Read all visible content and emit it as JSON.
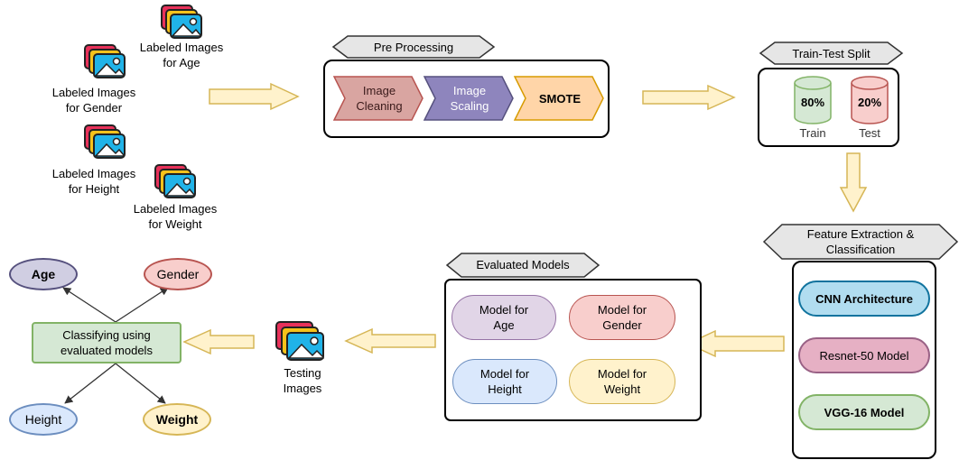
{
  "colors": {
    "arrow_fill": "#FFF2CC",
    "arrow_stroke": "#D6B656",
    "header_fill": "#E6E6E6",
    "red_fill": "#F8CECC",
    "red_stroke": "#B85450",
    "purple_fill": "#E1D5E7",
    "purple_stroke": "#9673A6",
    "blue_fill": "#DAE8FC",
    "blue_stroke": "#6C8EBF",
    "yellow_fill": "#FFF2CC",
    "yellow_stroke": "#D6B656",
    "green_fill": "#D5E8D4",
    "green_stroke": "#82B366",
    "cyan_fill": "#B1DDF0",
    "cyan_stroke": "#10739E",
    "pink_fill": "#E6B0C4",
    "pink_stroke": "#996185"
  },
  "inputs": {
    "age": "Labeled Images\nfor Age",
    "gender": "Labeled Images\nfor Gender",
    "height": "Labeled Images\nfor Height",
    "weight": "Labeled Images\nfor Weight",
    "icon": "image-stack-icon"
  },
  "preprocessing": {
    "title": "Pre Processing",
    "steps": [
      "Image\nCleaning",
      "Image\nScaling",
      "SMOTE"
    ]
  },
  "split": {
    "title": "Train-Test Split",
    "train_pct": "80%",
    "test_pct": "20%",
    "train_label": "Train",
    "test_label": "Test"
  },
  "feature": {
    "title": "Feature Extraction &\nClassification",
    "models": [
      "CNN Architecture",
      "Resnet-50 Model",
      "VGG-16 Model"
    ]
  },
  "evaluated": {
    "title": "Evaluated Models",
    "models": [
      "Model for\nAge",
      "Model for\nGender",
      "Model for\nHeight",
      "Model for\nWeight"
    ]
  },
  "testing": {
    "label": "Testing\nImages"
  },
  "classify": {
    "label": "Classifying using\nevaluated models",
    "outputs": {
      "age": "Age",
      "gender": "Gender",
      "height": "Height",
      "weight": "Weight"
    }
  }
}
